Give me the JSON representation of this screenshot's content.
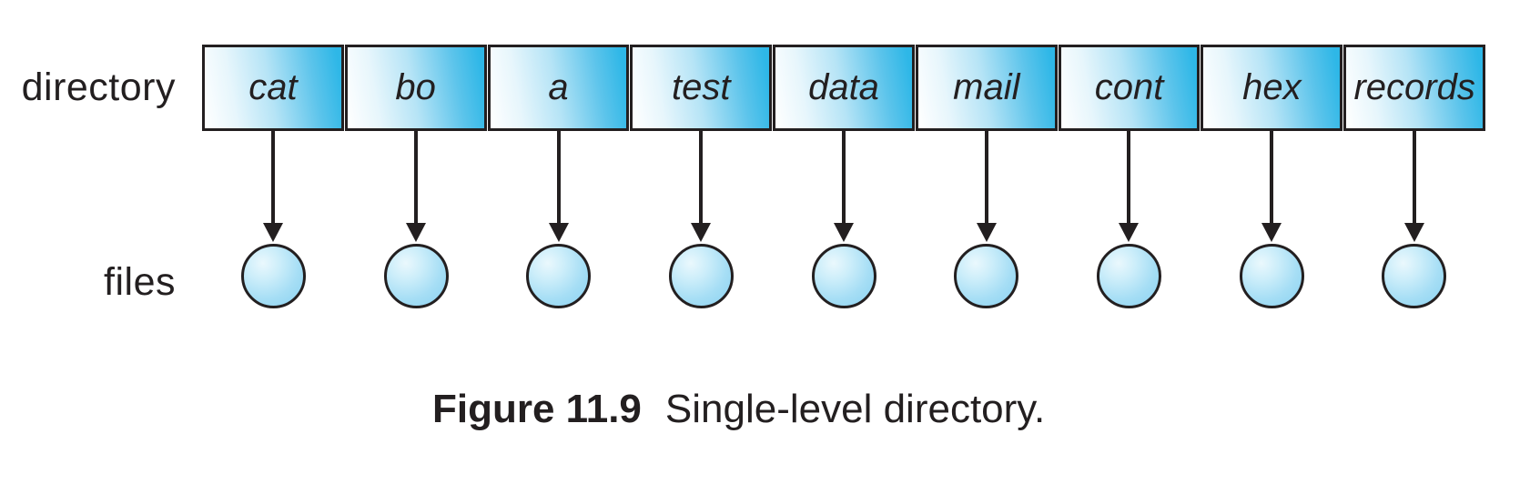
{
  "diagram": {
    "directory_label": "directory",
    "files_label": "files",
    "entries": [
      "cat",
      "bo",
      "a",
      "test",
      "data",
      "mail",
      "cont",
      "hex",
      "records"
    ],
    "file_count": 9
  },
  "caption": {
    "figure_number": "Figure 11.9",
    "text": "Single-level directory."
  },
  "colors": {
    "ink": "#231f20",
    "box_cyan": "#2eb7e7",
    "box_light": "#ffffff",
    "circle_fill": "#a6def5",
    "circle_highlight": "#eaf8fd"
  }
}
